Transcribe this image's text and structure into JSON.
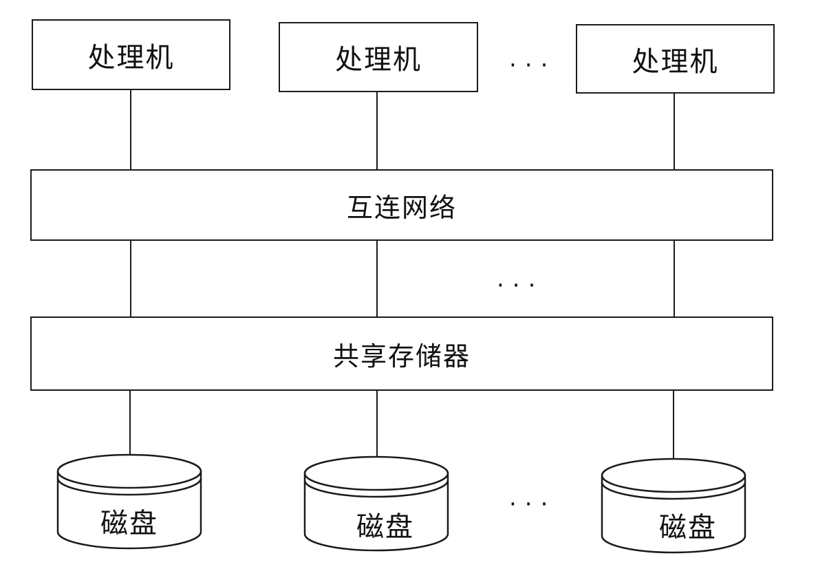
{
  "diagram": {
    "title": "Shared-memory architecture",
    "processors": [
      {
        "label": "处理机"
      },
      {
        "label": "处理机"
      },
      {
        "label": "处理机"
      }
    ],
    "processor_ellipsis": "···",
    "interconnect": {
      "label": "互连网络"
    },
    "interconnect_ellipsis": "···",
    "shared_memory": {
      "label": "共享存储器"
    },
    "disks": [
      {
        "label": "磁盘"
      },
      {
        "label": "磁盘"
      },
      {
        "label": "磁盘"
      }
    ],
    "disk_ellipsis": "···",
    "colors": {
      "stroke": "#1a1a1a",
      "background": "#ffffff"
    }
  }
}
